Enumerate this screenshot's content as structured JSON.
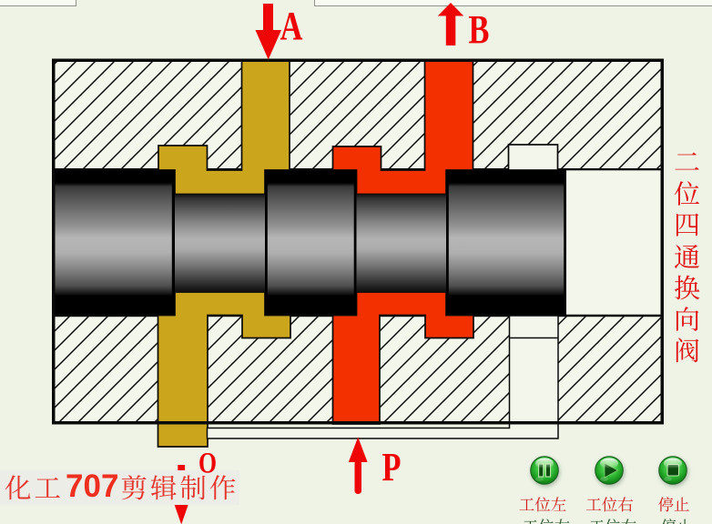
{
  "valve": {
    "title_vertical": "二位四通换向阀",
    "ports": {
      "a": {
        "label": "A",
        "arrow": "down"
      },
      "b": {
        "label": "B",
        "arrow": "up"
      },
      "p": {
        "label": "P",
        "arrow": "up"
      },
      "o": {
        "label": "O",
        "arrow": "down"
      }
    }
  },
  "watermark": {
    "prefix": "化工",
    "number": "707",
    "suffix": "剪辑制作"
  },
  "controls": [
    {
      "id": "position-left",
      "label": "工位左",
      "icon": "pause-icon"
    },
    {
      "id": "position-right",
      "label": "工位右",
      "icon": "play-icon"
    },
    {
      "id": "stop",
      "label": "停止",
      "icon": "stop-icon"
    }
  ],
  "colors": {
    "background": "#eef3e6",
    "body_fill": "#f3f7eb",
    "port_yellow": "#cba61d",
    "port_red": "#f23000",
    "arrow_red": "#ee0505",
    "label_red": "#e01212",
    "button_green": "#2eb52e"
  }
}
